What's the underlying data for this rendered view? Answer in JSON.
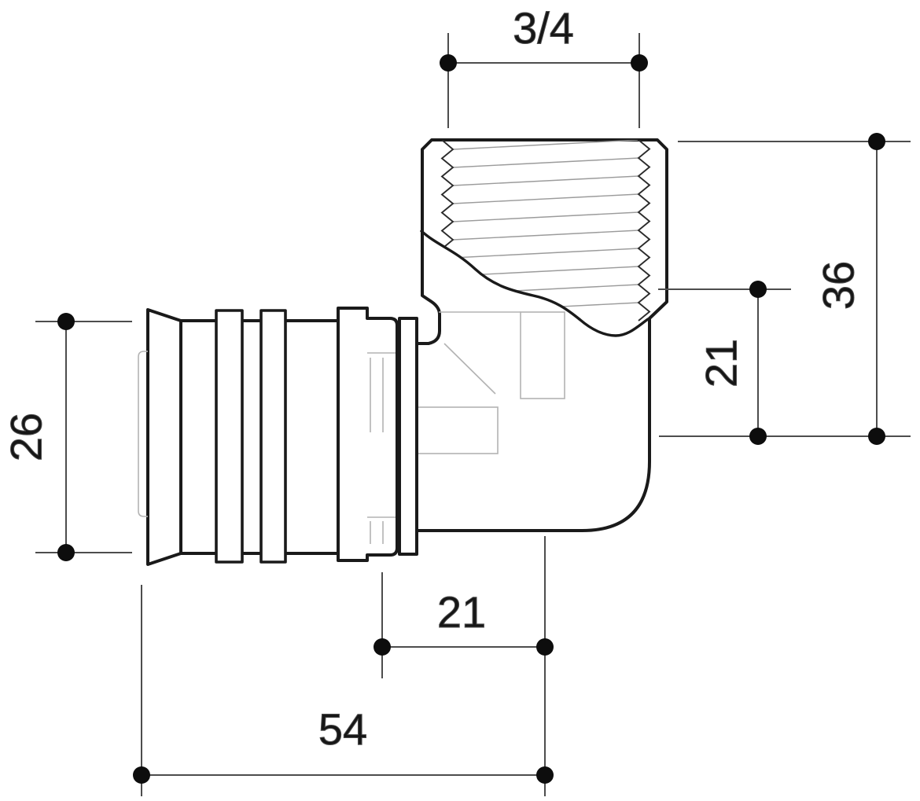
{
  "drawing": {
    "colors": {
      "background": "#ffffff",
      "outline": "#1a1a1a",
      "dimension_lines": "#4d4d4d",
      "dimension_dots": "#0d0d0d",
      "thread_lines": "#9b9b9b",
      "inner_detail": "#b3b3b3",
      "label_text": "#161616"
    },
    "dimensions": {
      "top_thread": "3/4",
      "right_height": "36",
      "right_offset": "21",
      "left_diameter": "26",
      "bottom_offset": "21",
      "bottom_length": "54"
    }
  }
}
